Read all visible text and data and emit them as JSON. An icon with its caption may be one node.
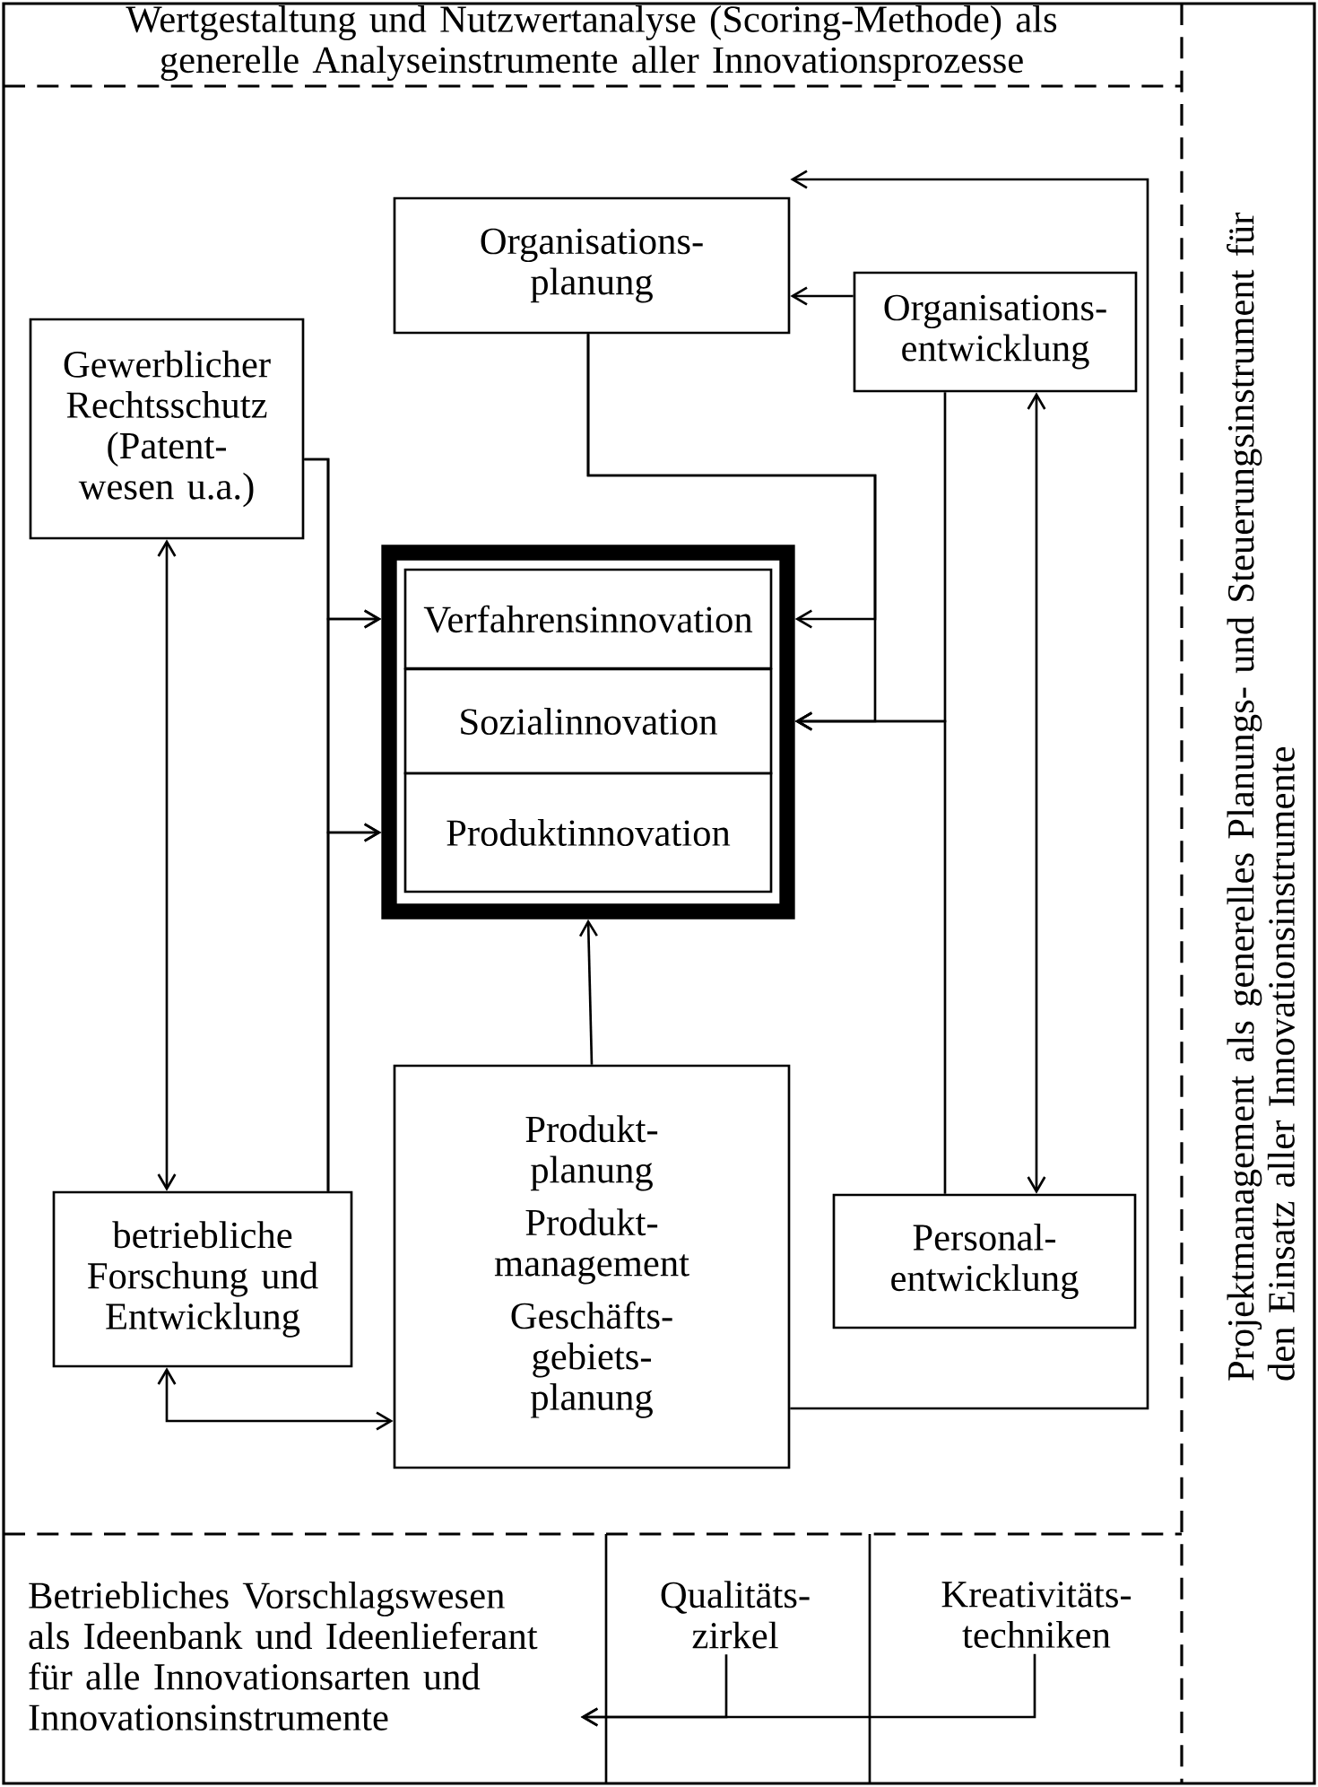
{
  "diagram": {
    "nodes": [
      {
        "text": [
          "Wertgestaltung und Nutzwertanalyse (Scoring-Methode) als generelle Analyseinstrumente aller Innovationsprozesse"
        ]
      },
      {
        "text": [
          "Projektmanagement als generelles Planungs- und Steuerungsinstrument für den Einsatz aller Innovationsinstrumente"
        ]
      },
      {
        "text": [
          "Organisations- planung"
        ]
      },
      {
        "text": [
          "Organisations- entwicklung"
        ]
      },
      {
        "text": [
          "Gewerblicher Rechtsschutz (Patent- wesen u.a.)"
        ]
      },
      {
        "text": [],
        "shape": "box"
      },
      {
        "text": [
          "Verfahrensinnovation"
        ],
        "in": 5
      },
      {
        "text": [
          "Sozialinnovation"
        ],
        "in": 5
      },
      {
        "text": [
          "Produktinnovation"
        ],
        "in": 5
      },
      {
        "text": [
          "betriebliche Forschung und Entwicklung"
        ]
      },
      {
        "text": [
          "Produkt- planung",
          "Produkt- management",
          "Geschäfts- gebiets- planung"
        ]
      },
      {
        "text": [
          "Personal- entwicklung"
        ]
      },
      {
        "text": [
          "Betriebliches Vorschlagswesen als Ideenbank und Ideenlieferant für alle Innovationsarten und Innovationsinstrumente"
        ]
      },
      {
        "text": [
          "Qualitäts- zirkel"
        ]
      },
      {
        "text": [
          "Kreativitäts- techniken"
        ]
      }
    ],
    "edges": [
      {
        "from": 4,
        "to": 9,
        "arrow": "both"
      },
      {
        "from": 4,
        "to": 6,
        "arrow": "to"
      },
      {
        "from": 4,
        "to": 8,
        "arrow": "to"
      },
      {
        "from": 9,
        "to": 6,
        "arrow": "to"
      },
      {
        "from": 9,
        "to": 8,
        "arrow": "to"
      },
      {
        "from": 10,
        "to": 5,
        "arrow": "to"
      },
      {
        "from": 9,
        "to": 10,
        "arrow": "both"
      },
      {
        "from": 10,
        "to": 2,
        "arrow": "to"
      },
      {
        "from": 3,
        "to": 2,
        "arrow": "to"
      },
      {
        "from": 2,
        "to": 6,
        "arrow": "to"
      },
      {
        "from": 2,
        "to": 7,
        "arrow": "to"
      },
      {
        "from": 3,
        "to": 7,
        "arrow": "to"
      },
      {
        "from": 11,
        "to": 7,
        "arrow": "to"
      },
      {
        "from": 3,
        "to": 11,
        "arrow": "both"
      },
      {
        "from": 13,
        "to": 12,
        "arrow": "to"
      },
      {
        "from": 14,
        "to": 12,
        "arrow": "to"
      }
    ]
  }
}
